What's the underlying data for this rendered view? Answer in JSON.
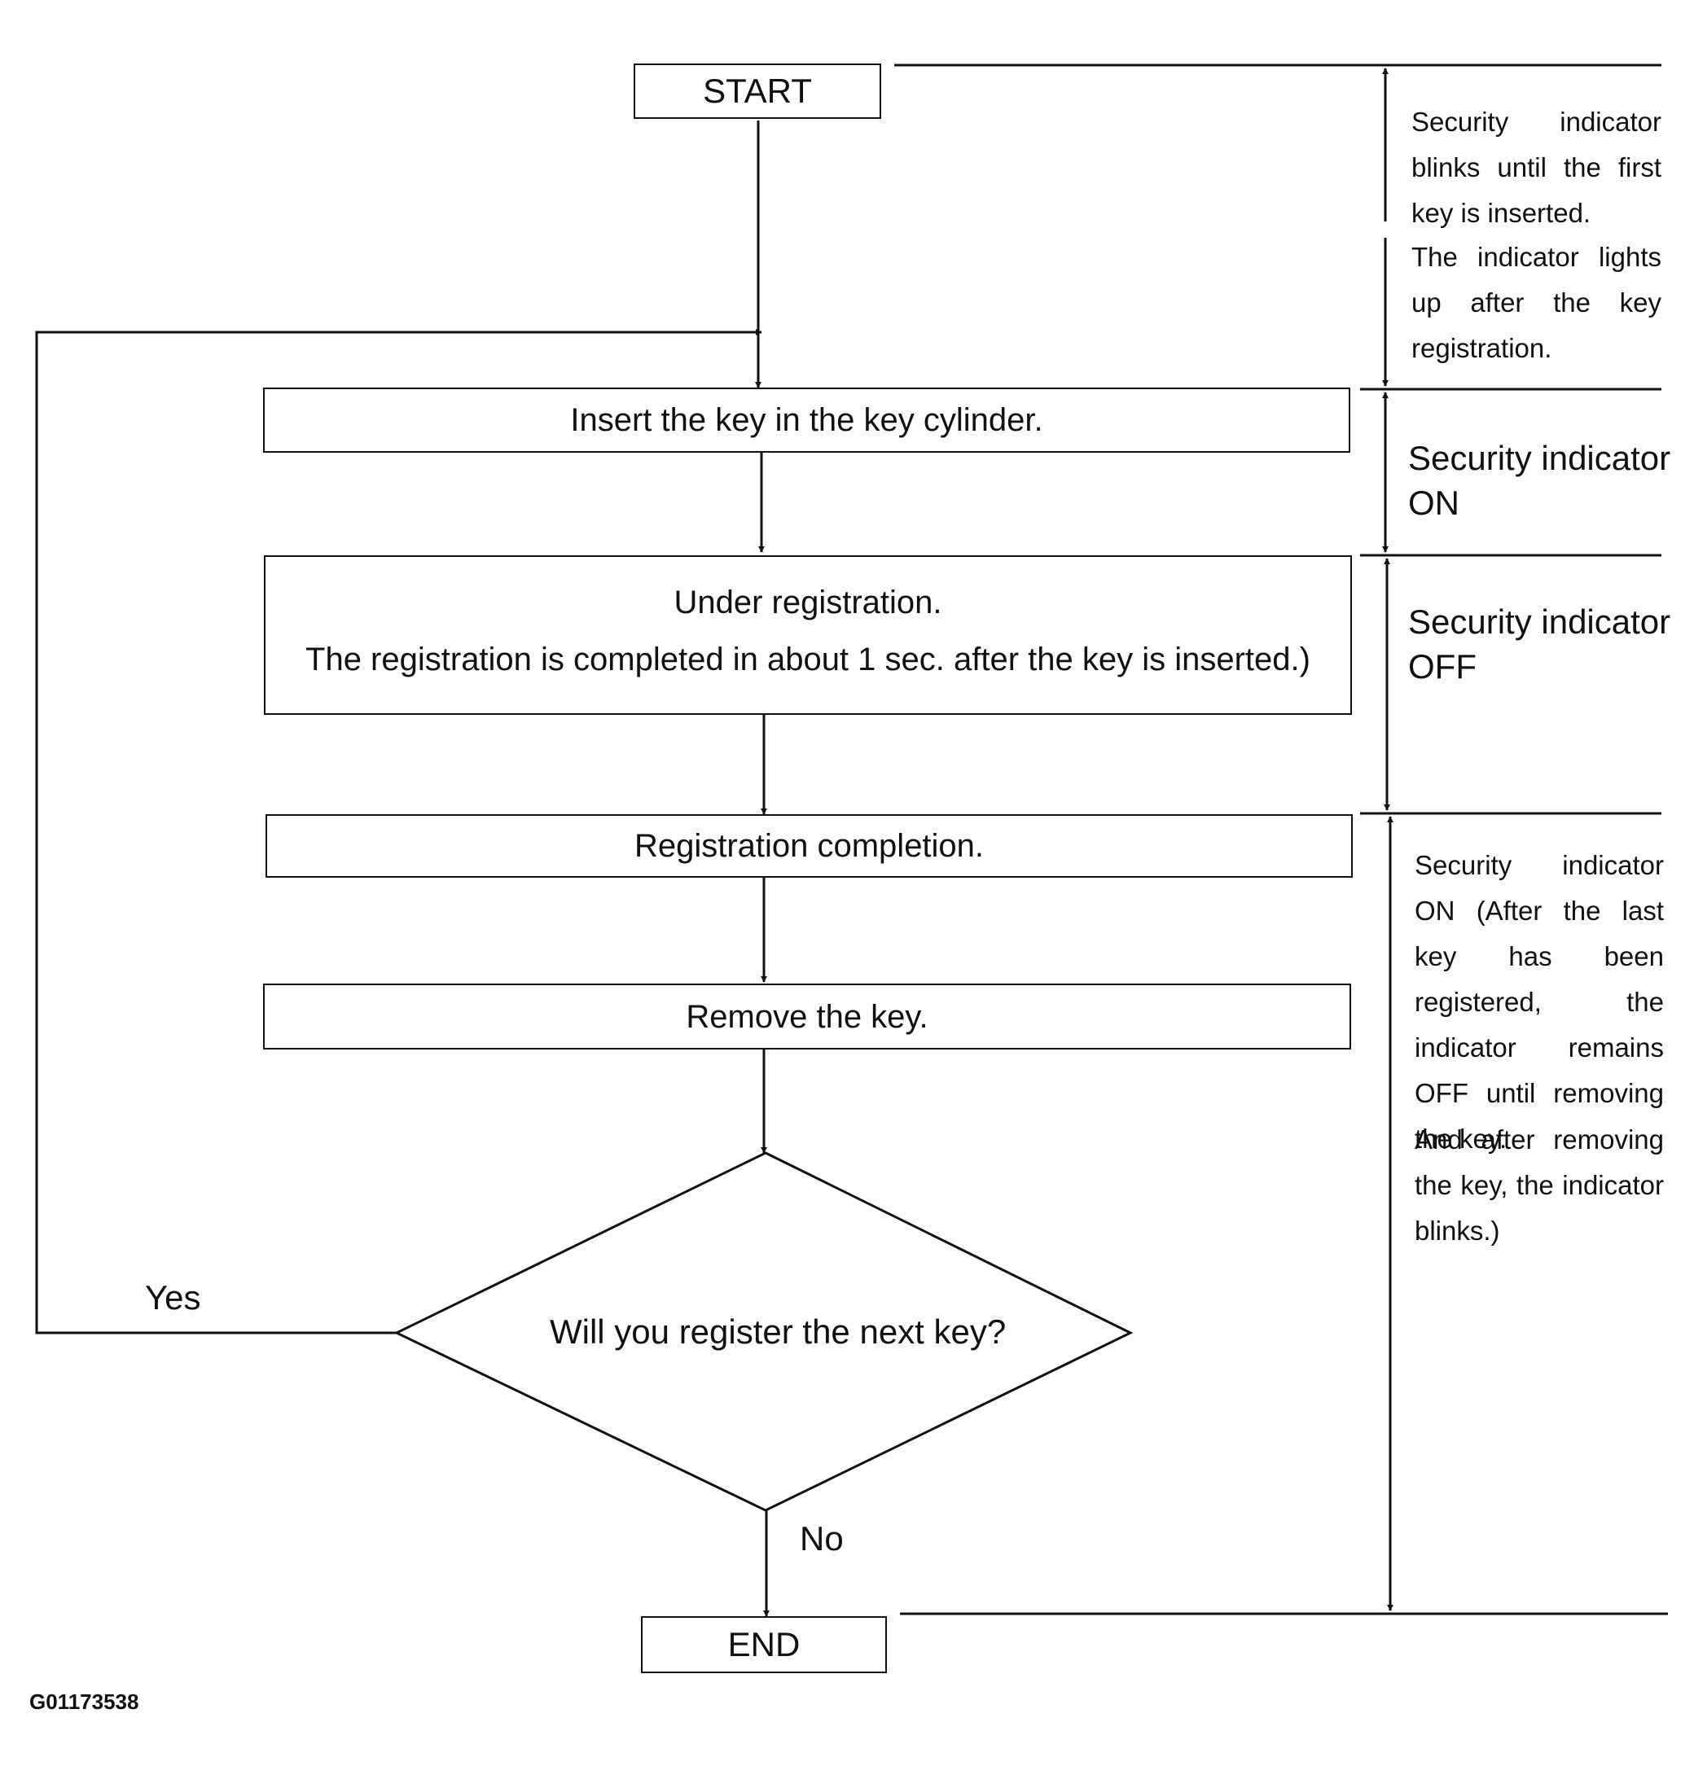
{
  "flowchart": {
    "start": "START",
    "step1": "Insert the key in the key cylinder.",
    "step2_line1": "Under registration.",
    "step2_line2": "The registration is completed in about 1 sec. after the key is inserted.)",
    "step3": "Registration completion.",
    "step4": "Remove the key.",
    "decision": "Will you register the next key?",
    "yes_label": "Yes",
    "no_label": "No",
    "end": "END"
  },
  "indicator_notes": {
    "note1": "Security indicator blinks until the first key is inserted.",
    "note2": "The indicator lights up after the key registration.",
    "note3_line1": "Security indicator",
    "note3_line2": "ON",
    "note4_line1": "Security indicator",
    "note4_line2": "OFF",
    "note5": "Security indicator ON (After the last key has been registered, the indicator remains OFF until removing the key.",
    "note6": "And after removing the key, the indicator blinks.)"
  },
  "figure_id": "G01173538"
}
